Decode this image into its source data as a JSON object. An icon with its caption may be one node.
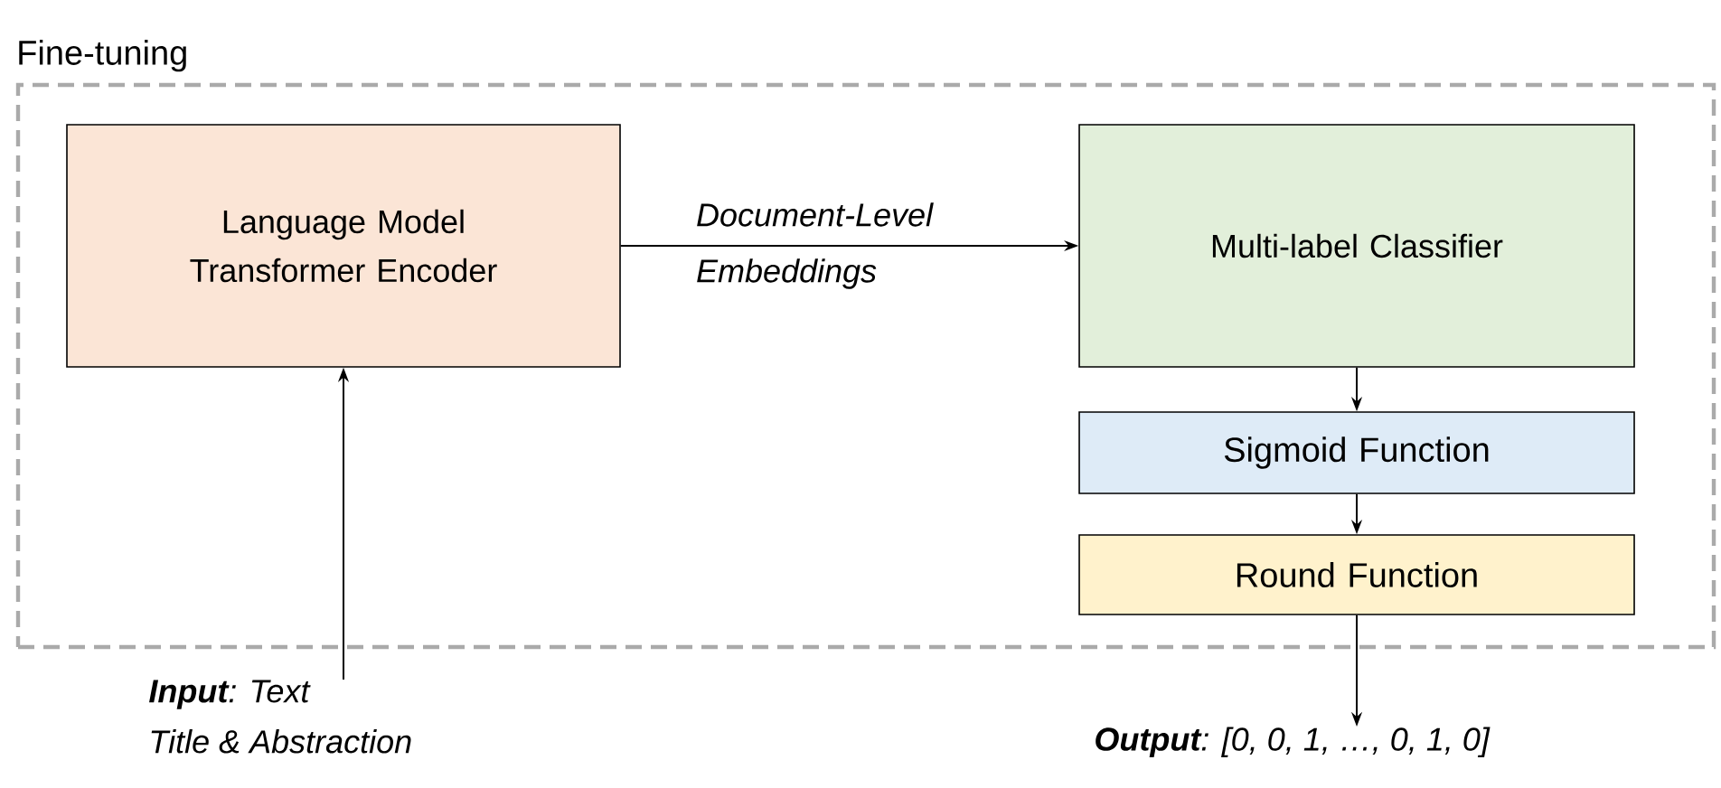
{
  "diagram": {
    "nodes": [
      {
        "text": [
          "Fine-tuning"
        ]
      },
      {
        "text": [
          "Language Model Transformer Encoder"
        ],
        "in": 0
      },
      {
        "text": [
          "Multi-label Classifier"
        ],
        "in": 0
      },
      {
        "text": [
          "Sigmoid Function"
        ],
        "in": 0
      },
      {
        "text": [
          "Round Function"
        ],
        "in": 0
      },
      {
        "text": [
          "**Input**: Text",
          "Title &  Abstraction"
        ]
      },
      {
        "text": [
          "**Output**: [0, 0, 1, …, 0, 1, 0]"
        ]
      }
    ],
    "edges": [
      {
        "from": 5,
        "to": 1,
        "arrow": "to"
      },
      {
        "from": 1,
        "to": 2,
        "arrow": "to",
        "label": "Document-Level Embeddings"
      },
      {
        "from": 2,
        "to": 3,
        "arrow": "to"
      },
      {
        "from": 3,
        "to": 4,
        "arrow": "to"
      },
      {
        "from": 4,
        "to": 6,
        "arrow": "to"
      }
    ]
  }
}
